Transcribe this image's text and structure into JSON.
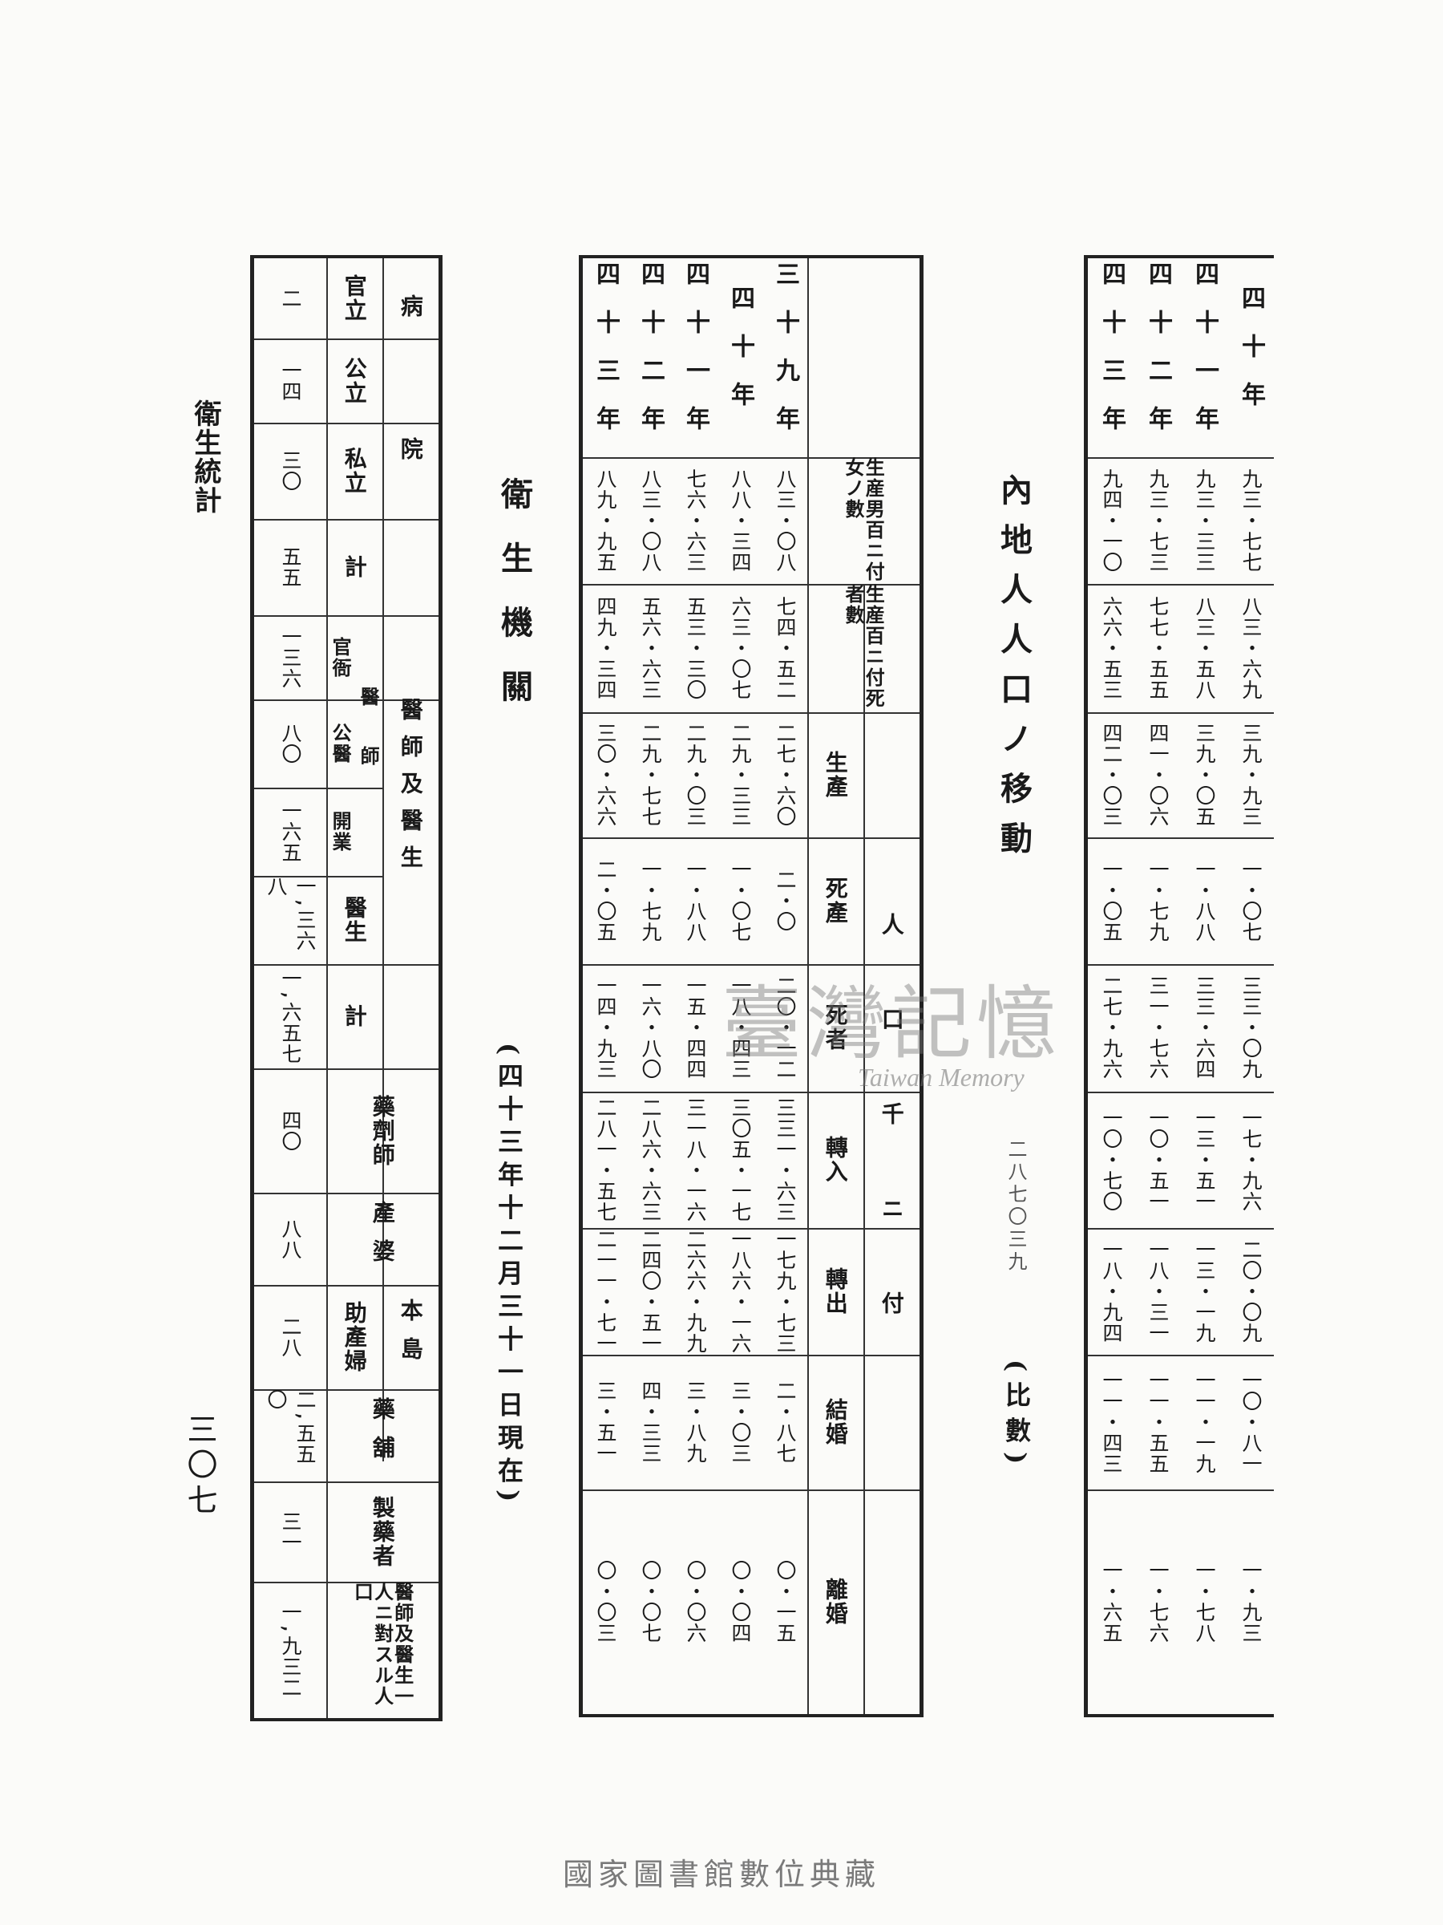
{
  "header": {
    "text": "衛生統計"
  },
  "page_number": "三〇七",
  "footer": {
    "text": "國家圖書館數位典藏"
  },
  "watermark": {
    "text": "臺灣記憶",
    "english": "Taiwan Memory"
  },
  "hygiene": {
    "title": "衛生機關",
    "date": "(四十三年十二月三十一日現在)",
    "headers": {
      "hospital": "病院",
      "gov": "官立",
      "public": "公立",
      "private": "私立",
      "total": "計",
      "doctors": "醫師及醫生",
      "physician": "醫師",
      "official": "官衙",
      "public_doctor": "公醫",
      "practice": "開業",
      "ishi_sei": "醫生",
      "doc_total": "計",
      "pharmacist": "藥劑師",
      "midwife": "產婆",
      "local": "本島",
      "assistant_midwife": "助產婦",
      "pharmacy": "藥舖",
      "manufacturer": "製藥者",
      "ratio": "醫師及醫生一人ニ對スル人口"
    },
    "values": {
      "gov": "二",
      "public": "一四",
      "private": "三〇",
      "total": "五五",
      "official": "一三六",
      "public_doctor": "八〇",
      "practice": "一六五",
      "ishi_sei": "一,三六八",
      "doc_total": "一,六五七",
      "pharmacist": "四〇",
      "midwife": "八八",
      "assistant_midwife": "二八",
      "pharmacy": "二,五五〇",
      "manufacturer": "三一",
      "ratio": "一,九三二"
    }
  },
  "migration": {
    "title": "內地人人口ノ移動",
    "subtitle": "(比數)",
    "scribble": "二八七〇三九",
    "group_header": "人口千ニ付",
    "headers": [
      "生産男百ニ付女ノ數",
      "生産百ニ付死者數",
      "生產",
      "死產",
      "死者",
      "轉入",
      "轉出",
      "結婚",
      "離婚"
    ],
    "years": [
      "三十九年",
      "四十年",
      "四十一年",
      "四十二年",
      "四十三年"
    ],
    "rows": [
      [
        "八三・〇八",
        "七四・五二",
        "二七・六〇",
        "二・〇",
        "二〇・一二",
        "三三一・六三",
        "一七九・七三",
        "二・八七",
        "〇・一五"
      ],
      [
        "八八・三四",
        "六三・〇七",
        "二九・三三",
        "一・〇七",
        "一八・四三",
        "三〇五・一七",
        "一八六・一六",
        "三・〇三",
        "〇・〇四"
      ],
      [
        "七六・六三",
        "五三・三〇",
        "二九・〇三",
        "一・八八",
        "一五・四四",
        "三一八・一六",
        "二六六・九九",
        "三・八九",
        "〇・〇六"
      ],
      [
        "八三・〇八",
        "五六・六三",
        "二九・七七",
        "一・七九",
        "一六・八〇",
        "二八六・六三",
        "二四〇・五一",
        "四・三三",
        "〇・〇七"
      ],
      [
        "八九・九五",
        "四九・三四",
        "三〇・六六",
        "二・〇五",
        "一四・九三",
        "二八一・五七",
        "二一一・七一",
        "三・五一",
        "〇・〇三"
      ]
    ]
  },
  "second_table": {
    "years": [
      "四十年",
      "四十一年",
      "四十二年",
      "四十三年"
    ],
    "rows": [
      [
        "九三・七七",
        "八三・六九",
        "三九・九三",
        "一・〇七",
        "三三・〇九",
        "一七・九六",
        "二〇・〇九",
        "一〇・八一",
        "一・九三"
      ],
      [
        "九三・三三",
        "八三・五八",
        "三九・〇五",
        "一・八八",
        "三三・六四",
        "一三・五一",
        "一三・一九",
        "一一・一九",
        "一・七八"
      ],
      [
        "九三・七三",
        "七七・五五",
        "四一・〇六",
        "一・七九",
        "三一・七六",
        "一〇・五一",
        "一八・三一",
        "一一・五五",
        "一・七六"
      ],
      [
        "九四・一〇",
        "六六・五三",
        "四二・〇三",
        "一・〇五",
        "二七・九六",
        "一〇・七〇",
        "一八・九四",
        "一一・四三",
        "一・六五"
      ]
    ]
  }
}
